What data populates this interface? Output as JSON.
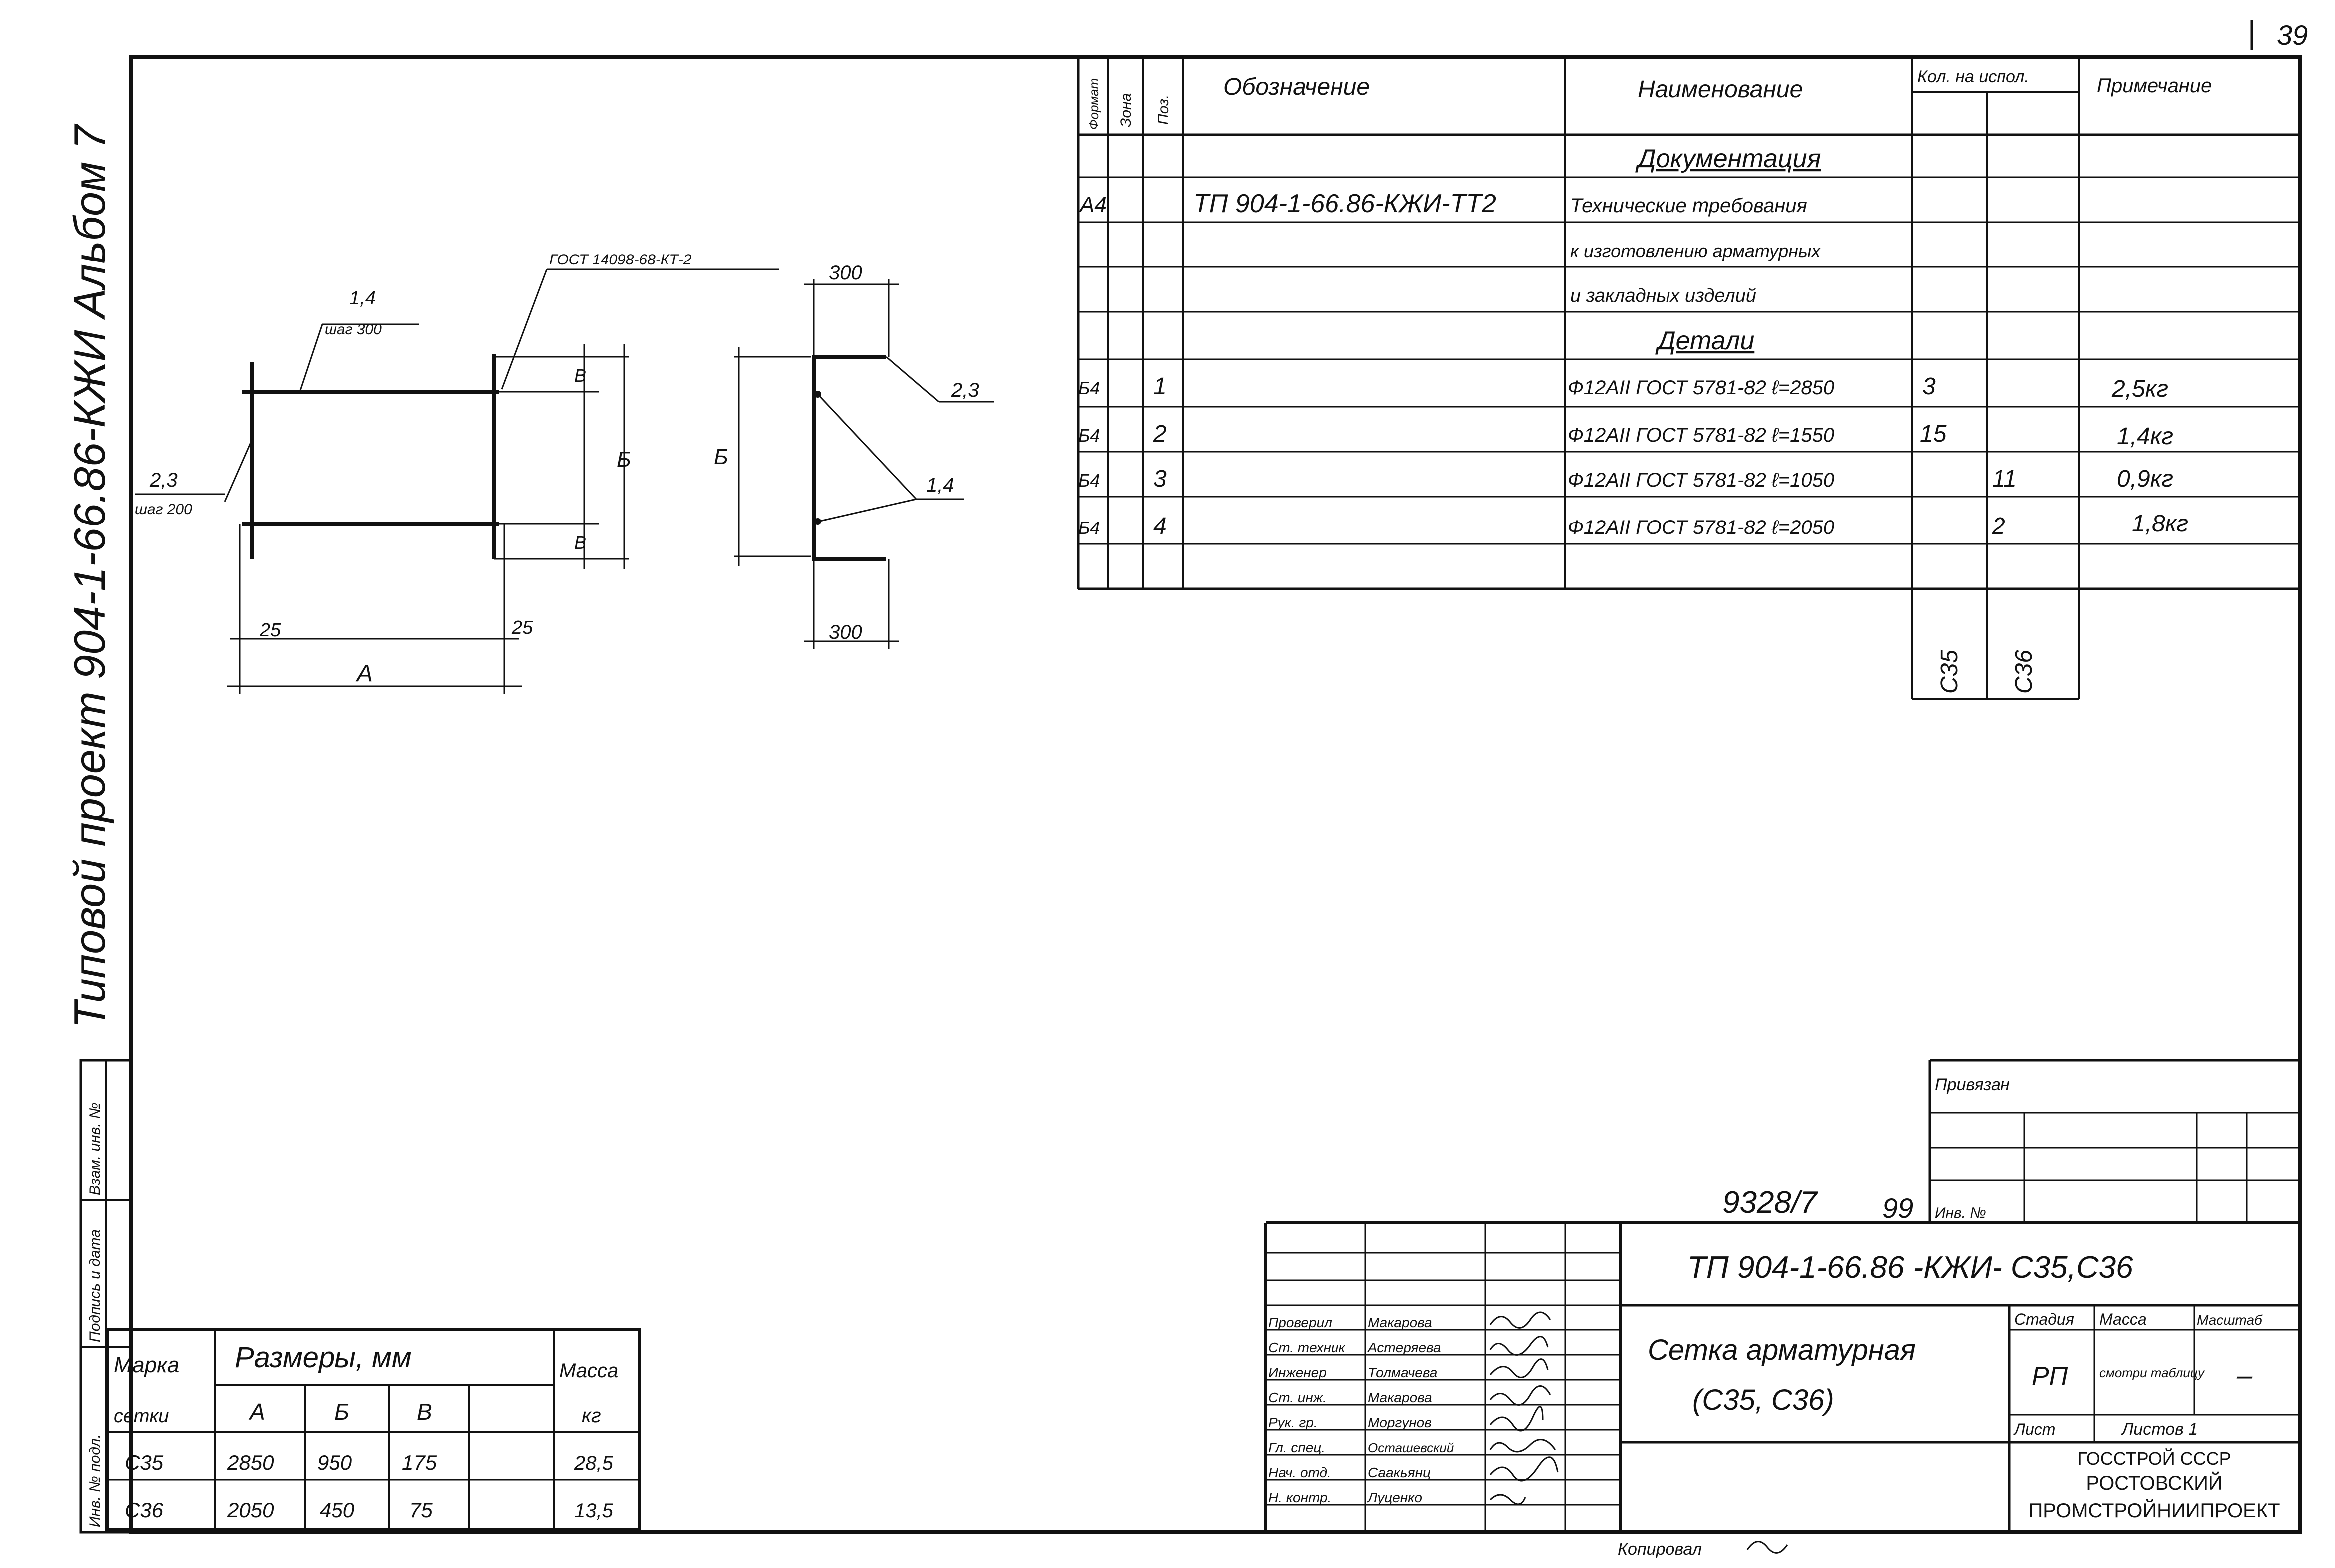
{
  "sheet_number": "39",
  "side_title": "Типовой проект 904-1-66.86-КЖИ Альбом 7",
  "side_stamp": [
    "Инв. № подл.",
    "Подпись и дата",
    "Взам. инв. №"
  ],
  "spec": {
    "headers": {
      "format": "Формат",
      "zone": "Зона",
      "pos": "Поз.",
      "designation": "Обозначение",
      "name": "Наименование",
      "qty": "Кол. на испол.",
      "note": "Примечание"
    },
    "rows": [
      {
        "format": "",
        "zone": "",
        "pos": "",
        "designation": "",
        "name": "Документация",
        "q1": "",
        "q2": "",
        "note": "",
        "section": true
      },
      {
        "format": "А4",
        "zone": "",
        "pos": "",
        "designation": "ТП 904-1-66.86-КЖИ-ТТ2",
        "name": "Технические требования",
        "q1": "",
        "q2": "",
        "note": ""
      },
      {
        "format": "",
        "zone": "",
        "pos": "",
        "designation": "",
        "name": "к изготовлению арматурных",
        "q1": "",
        "q2": "",
        "note": ""
      },
      {
        "format": "",
        "zone": "",
        "pos": "",
        "designation": "",
        "name": "и закладных изделий",
        "q1": "",
        "q2": "",
        "note": ""
      },
      {
        "format": "",
        "zone": "",
        "pos": "",
        "designation": "",
        "name": "Детали",
        "q1": "",
        "q2": "",
        "note": "",
        "section": true
      },
      {
        "format": "Б4",
        "zone": "",
        "pos": "1",
        "designation": "",
        "name": "Ф12АII ГОСТ 5781-82 ℓ=2850",
        "q1": "3",
        "q2": "",
        "note": "2,5кг"
      },
      {
        "format": "Б4",
        "zone": "",
        "pos": "2",
        "designation": "",
        "name": "Ф12АII ГОСТ 5781-82 ℓ=1550",
        "q1": "15",
        "q2": "",
        "note": "1,4кг"
      },
      {
        "format": "Б4",
        "zone": "",
        "pos": "3",
        "designation": "",
        "name": "Ф12АII ГОСТ 5781-82 ℓ=1050",
        "q1": "",
        "q2": "11",
        "note": "0,9кг"
      },
      {
        "format": "Б4",
        "zone": "",
        "pos": "4",
        "designation": "",
        "name": "Ф12АII ГОСТ 5781-82 ℓ=2050",
        "q1": "",
        "q2": "2",
        "note": "1,8кг"
      },
      {
        "format": "",
        "zone": "",
        "pos": "",
        "designation": "",
        "name": "",
        "q1": "",
        "q2": "",
        "note": ""
      }
    ],
    "variants": [
      "С35",
      "С36"
    ]
  },
  "drawing": {
    "gost_label": "ГОСТ 14098-68-КТ-2",
    "pos_top": "1,4",
    "step_top": "шаг 300",
    "pos_left": "2,3",
    "step_left": "шаг 200",
    "dim_300_top": "300",
    "dim_300_bottom": "300",
    "dim_v_top": "В",
    "dim_v_bottom": "В",
    "dim_b": "Б",
    "dim_b_side": "Б",
    "dim_25_left": "25",
    "dim_25_right": "25",
    "dim_a": "А",
    "callout_23": "2,3",
    "callout_14": "1,4"
  },
  "dims_table": {
    "h_mark": "Марка",
    "h_mark2": "сетки",
    "h_sizes": "Размеры, мм",
    "h_a": "А",
    "h_b": "Б",
    "h_v": "В",
    "h_mass": "Масса",
    "h_kg": "кг",
    "rows": [
      {
        "mark": "С35",
        "a": "2850",
        "b": "950",
        "v": "175",
        "mass": "28,5"
      },
      {
        "mark": "С36",
        "a": "2050",
        "b": "450",
        "v": "75",
        "mass": "13,5"
      }
    ]
  },
  "privyazan": "Привязан",
  "inv_label": "Инв. №",
  "handwritten_number": "9328/7",
  "handwritten_page": "99",
  "title_block": {
    "code": "ТП 904-1-66.86 -КЖИ- С35,С36",
    "product": "Сетка арматурная",
    "product2": "(С35, С36)",
    "stage_h": "Стадия",
    "mass_h": "Масса",
    "scale_h": "Масштаб",
    "stage": "РП",
    "mass_val": "смотри таблицу",
    "scale_val": "–",
    "sheet_label": "Лист",
    "sheets_label": "Листов 1",
    "org1": "ГОССТРОЙ СССР",
    "org2": "РОСТОВСКИЙ",
    "org3": "ПРОМСТРОЙНИИПРОЕКТ",
    "signers": [
      {
        "role": "Проверил",
        "name": "Макарова"
      },
      {
        "role": "Ст. техник",
        "name": "Астеряева"
      },
      {
        "role": "Инженер",
        "name": "Толмачева"
      },
      {
        "role": "Ст. инж.",
        "name": "Макарова"
      },
      {
        "role": "Рук. гр.",
        "name": "Моргунов"
      },
      {
        "role": "Гл. спец.",
        "name": "Осташевский"
      },
      {
        "role": "Нач. отд.",
        "name": "Саакьянц"
      },
      {
        "role": "Н. контр.",
        "name": "Луценко"
      }
    ]
  },
  "copied_by": "Копировал"
}
